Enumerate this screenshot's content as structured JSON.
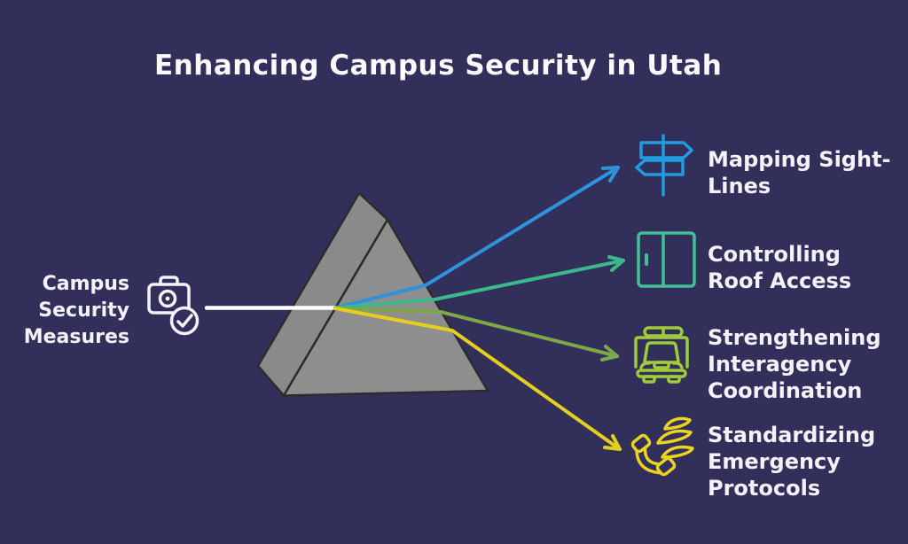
{
  "title": "Enhancing Campus Security in Utah",
  "source": {
    "label": "Campus\nSecurity\nMeasures",
    "icon": "camera-check-icon"
  },
  "items": [
    {
      "label": "Mapping Sight-\nLines",
      "icon": "signpost-icon",
      "color": "#219ce0",
      "ray_color": "#2e93dc"
    },
    {
      "label": "Controlling\nRoof Access",
      "icon": "door-icon",
      "color": "#3ec294",
      "ray_color": "#3cb98a"
    },
    {
      "label": "Strengthening\nInteragency\nCoordination",
      "icon": "bus-icon",
      "color": "#9fcb3a",
      "ray_color": "#7fa746"
    },
    {
      "label": "Standardizing\nEmergency\nProtocols",
      "icon": "ringing-phone-icon",
      "color": "#e9d41f",
      "ray_color": "#e3cf1d"
    }
  ],
  "colors": {
    "background": "#322f5a",
    "text": "#f5f1f9",
    "beam": "#ffffff",
    "prism_front": "#8e8e8e",
    "prism_side": "#8a8a8a",
    "prism_edge": "#2c2c2c"
  }
}
